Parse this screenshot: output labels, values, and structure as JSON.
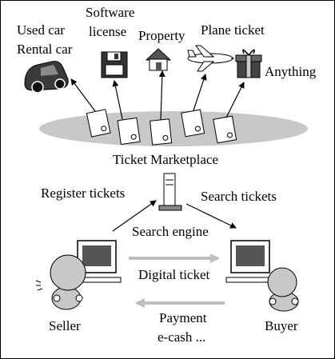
{
  "items": {
    "used_car": "Used car",
    "rental_car": "Rental car",
    "software_1": "Software",
    "software_2": "license",
    "property": "Property",
    "plane_ticket": "Plane ticket",
    "anything": "Anything"
  },
  "marketplace_label": "Ticket Marketplace",
  "flows": {
    "register": "Register tickets",
    "search": "Search tickets",
    "search_engine": "Search engine",
    "digital_ticket": "Digital ticket",
    "payment_1": "Payment",
    "payment_2": "e-cash ..."
  },
  "actors": {
    "seller": "Seller",
    "buyer": "Buyer"
  },
  "colors": {
    "ellipse": "#c8c8c8",
    "car": "#3a3a3a",
    "monitor_screen": "#555555",
    "person": "#c8c8c8",
    "grey_arrow": "#bdbdbd"
  }
}
